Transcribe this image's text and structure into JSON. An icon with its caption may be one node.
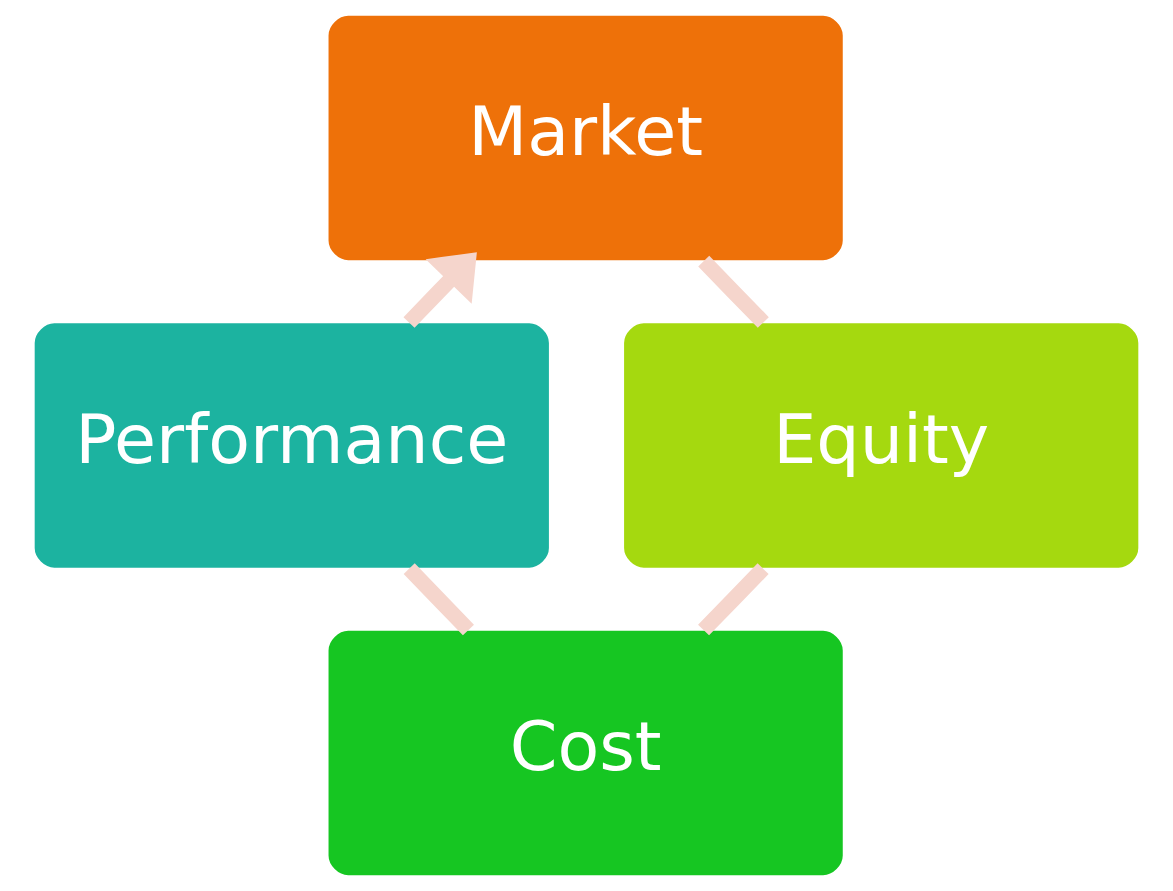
{
  "diagram": {
    "nodes": [
      {
        "text": [
          "Market"
        ]
      },
      {
        "text": [
          "Equity"
        ]
      },
      {
        "text": [
          "Cost"
        ]
      },
      {
        "text": [
          "Performance"
        ]
      }
    ],
    "edges": [
      {
        "from": 0,
        "to": 1,
        "arrow": "none"
      },
      {
        "from": 1,
        "to": 2,
        "arrow": "none"
      },
      {
        "from": 2,
        "to": 3,
        "arrow": "none"
      },
      {
        "from": 3,
        "to": 0,
        "arrow": "to"
      }
    ]
  }
}
